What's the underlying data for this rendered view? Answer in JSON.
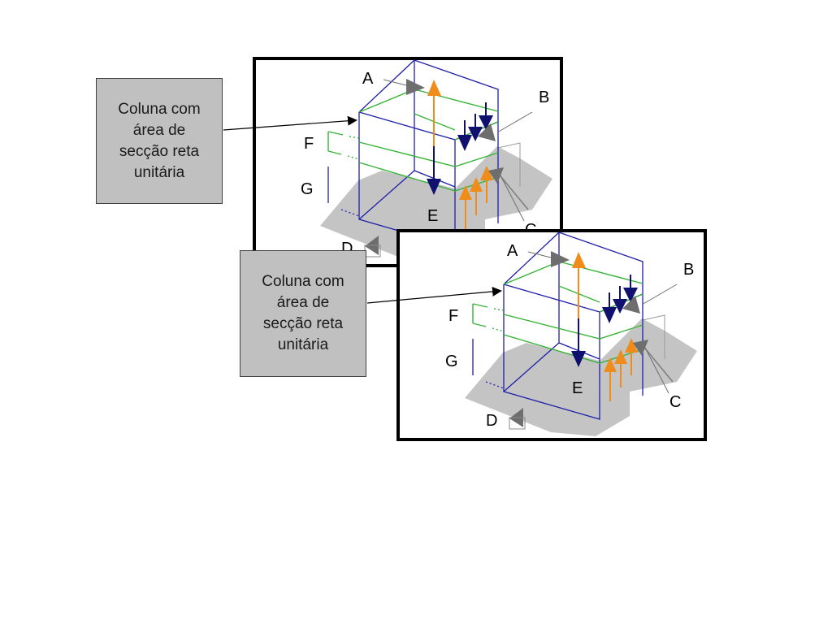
{
  "callout_text": "Coluna com\nárea de\nsecção reta\nunitária",
  "letters": {
    "a": "A",
    "b": "B",
    "c": "C",
    "d": "D",
    "e": "E",
    "f": "F",
    "g": "G"
  },
  "colors": {
    "frame": "#000000",
    "column_edges": "#1f1fa8",
    "layer_lines": "#35b335",
    "up_arrows": "#f08c1a",
    "down_arrows": "#10106e",
    "pointer_arrows": "#6e6e6e",
    "ground": "#c4c4c4",
    "callout_fill": "#c0c0c0"
  }
}
